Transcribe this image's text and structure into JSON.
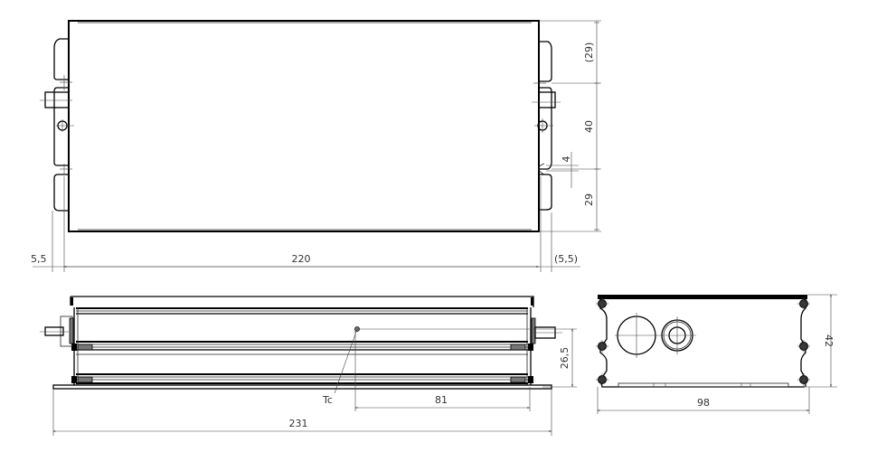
{
  "drawing": {
    "type": "technical-drawing",
    "views": [
      "top-view",
      "side-view",
      "end-view"
    ],
    "colors": {
      "line": "#000000",
      "dimension": "#333333",
      "background": "#ffffff"
    }
  },
  "top_view": {
    "dimensions": {
      "overall_body_length": "220",
      "left_flange_offset": "5,5",
      "right_flange_offset": "(5,5)",
      "top_segment": "(29)",
      "middle_segment": "40",
      "bottom_segment": "29",
      "slot_width": "4"
    }
  },
  "side_view": {
    "dimensions": {
      "overall_length": "231",
      "tc_distance": "81",
      "tc_height": "26,5"
    },
    "labels": {
      "tc_point": "Tc"
    }
  },
  "end_view": {
    "dimensions": {
      "width": "98",
      "height": "42"
    }
  }
}
